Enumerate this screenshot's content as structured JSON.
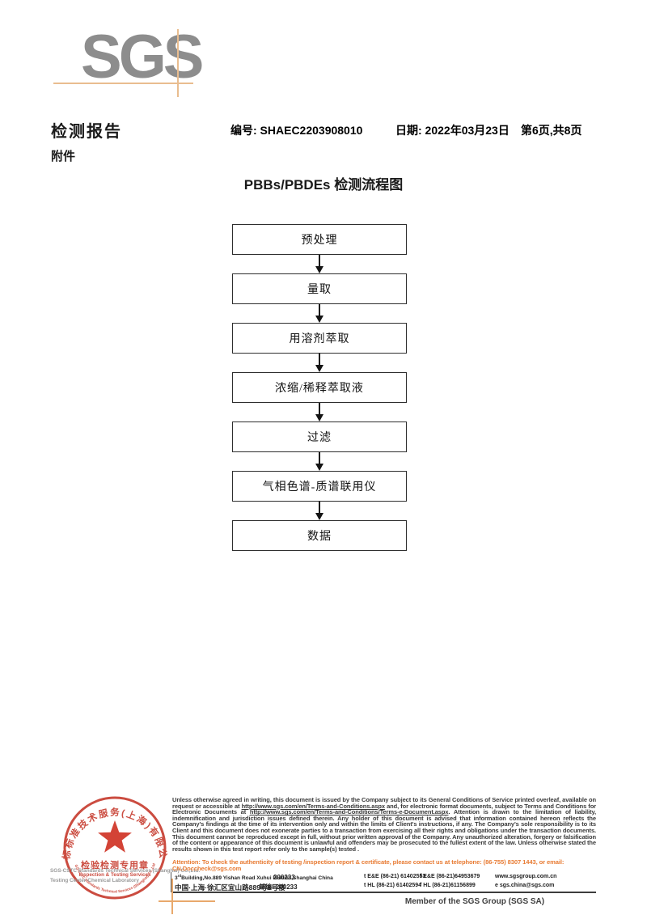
{
  "logo": {
    "text": "SGS"
  },
  "header": {
    "title": "检测报告",
    "report_no": "编号: SHAEC2203908010",
    "date": "日期: 2022年03月23日",
    "page_info": "第6页,共8页",
    "attachment": "附件"
  },
  "flowchart": {
    "title": "PBBs/PBDEs 检测流程图",
    "steps": [
      "预处理",
      "量取",
      "用溶剂萃取",
      "浓缩/稀释萃取液",
      "过滤",
      "气相色谱-质谱联用仪",
      "数据"
    ]
  },
  "legal": {
    "p1": "Unless otherwise agreed in writing, this document is issued by the Company subject to its General Conditions of Service printed overleaf, available on request or accessible at ",
    "url1": "http://www.sgs.com/en/Terms-and-Conditions.aspx",
    "p2": " and, for electronic format documents, subject to Terms and Conditions for Electronic Documents at ",
    "url2": "http://www.sgs.com/en/Terms-and-Conditions/Terms-e-Document.aspx",
    "p3": ". Attention is drawn to the limitation of liability, indemnification and jurisdiction issues defined therein. Any holder of this document is advised that information contained hereon reflects the Company's findings at the time of its intervention only and within the limits of Client's instructions, if any. The Company's sole responsibility is to its Client and this document does not exonerate parties to a transaction from exercising all their rights and obligations under the transaction documents. This document cannot be reproduced except in full, without prior written approval of the Company. Any unauthorized alteration, forgery or falsification of the content or appearance of this document is unlawful and offenders may be prosecuted to the fullest extent of the law. Unless otherwise stated the results shown in this test report refer only to the sample(s) tested .",
    "attention": "Attention: To check the authenticity of testing /inspection report & certificate, please contact us at telephone: (86-755) 8307 1443, or email: CN.Doccheck@sgs.com"
  },
  "address": {
    "en_no": "3",
    "en_sup": "rd",
    "en_rest": "Building,No.889 Yishan Road Xuhui District,Shanghai China",
    "en_zip": "200233",
    "cn_line": "中国·上海·徐汇区宜山路889号3号楼",
    "cn_zip": "邮编: 200233",
    "t_ee": "t E&E (86-21) 61402553",
    "f_ee": "f E&E (86-21)64953679",
    "web": "www.sgsgroup.com.cn",
    "t_hl": "t HL (86-21) 61402594",
    "f_hl": "f HL (86-21)61156899",
    "email": "e  sgs.china@sgs.com"
  },
  "seal": {
    "arc_top": "通标标准技术服务(上海)有限公司",
    "title": "检验检测专用章",
    "subtitle": "Inspection & Testing Services",
    "arc_bottom": "SGS-CSTC Standards Technical Services (Shanghai) Co.,Ltd.",
    "company_en_1": "SGS-CSTC Standards Technical Services (Shanghai) Co.,Ltd.",
    "company_en_2": "Testing Center-Chemical Laboratory"
  },
  "footer": {
    "member": "Member of the SGS Group (SGS SA)"
  },
  "colors": {
    "logo_gray": "#8d8d8d",
    "accent_tan": "#e9bd8f",
    "attention_orange": "#e87b33",
    "seal_red": "#c6392c"
  }
}
